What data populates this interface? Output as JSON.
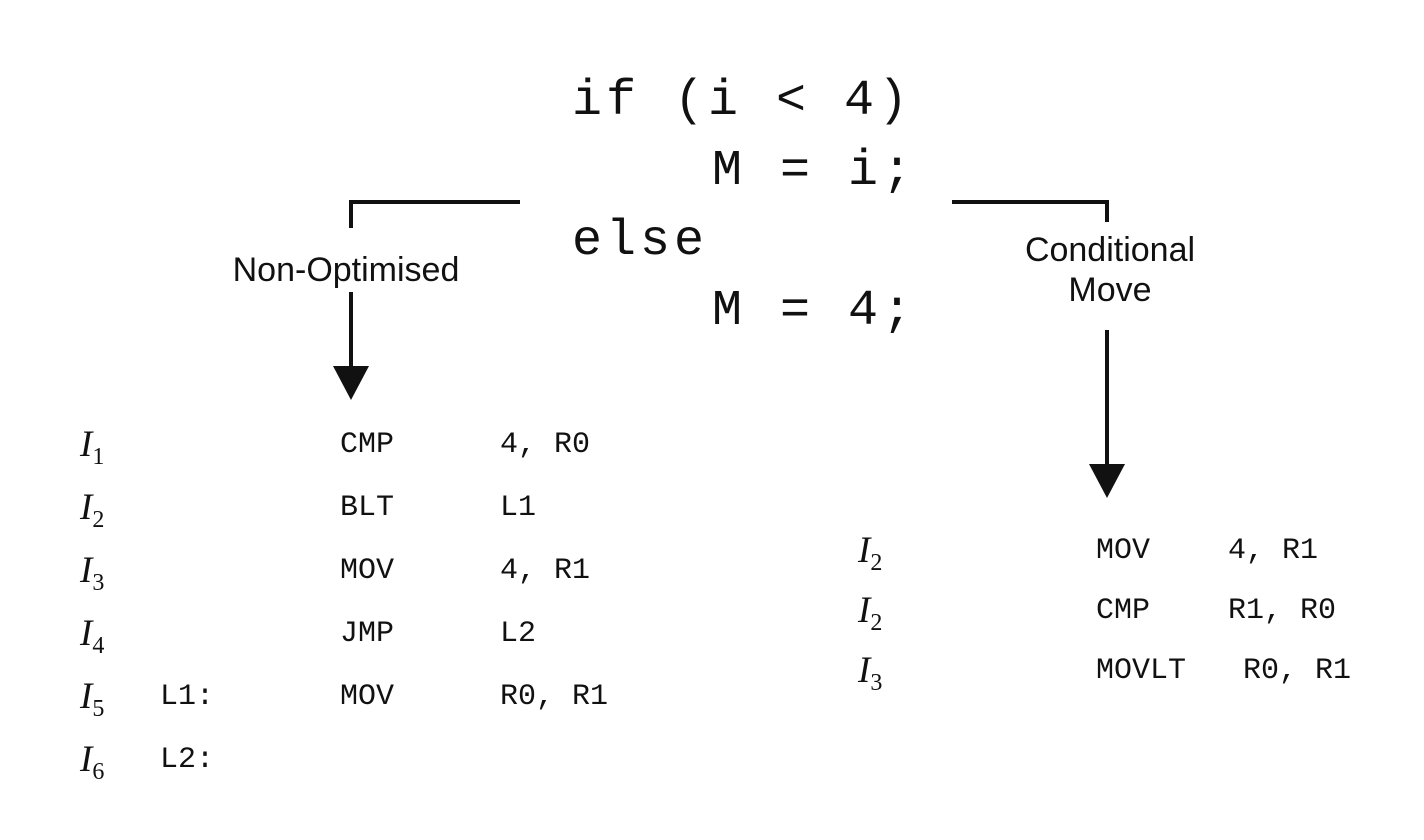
{
  "source_code": {
    "lines": [
      "if (i < 4)",
      "M = i;",
      "else",
      "M = 4;"
    ]
  },
  "branches": {
    "left_label": "Non-Optimised",
    "right_label_lines": [
      "Conditional",
      "Move"
    ]
  },
  "non_optimised": {
    "rows": [
      {
        "id_base": "I",
        "id_sub": "1",
        "label": "",
        "op": "CMP",
        "args": "4, R0"
      },
      {
        "id_base": "I",
        "id_sub": "2",
        "label": "",
        "op": "BLT",
        "args": "L1"
      },
      {
        "id_base": "I",
        "id_sub": "3",
        "label": "",
        "op": "MOV",
        "args": "4, R1"
      },
      {
        "id_base": "I",
        "id_sub": "4",
        "label": "",
        "op": "JMP",
        "args": "L2"
      },
      {
        "id_base": "I",
        "id_sub": "5",
        "label": "L1:",
        "op": "MOV",
        "args": "R0, R1"
      },
      {
        "id_base": "I",
        "id_sub": "6",
        "label": "L2:",
        "op": "",
        "args": ""
      }
    ]
  },
  "conditional_move": {
    "rows": [
      {
        "id_base": "I",
        "id_sub": "2",
        "op": "MOV",
        "args": "4, R1"
      },
      {
        "id_base": "I",
        "id_sub": "2",
        "op": "CMP",
        "args": "R1, R0"
      },
      {
        "id_base": "I",
        "id_sub": "3",
        "op": "MOVLT",
        "args": "R0, R1"
      }
    ]
  }
}
